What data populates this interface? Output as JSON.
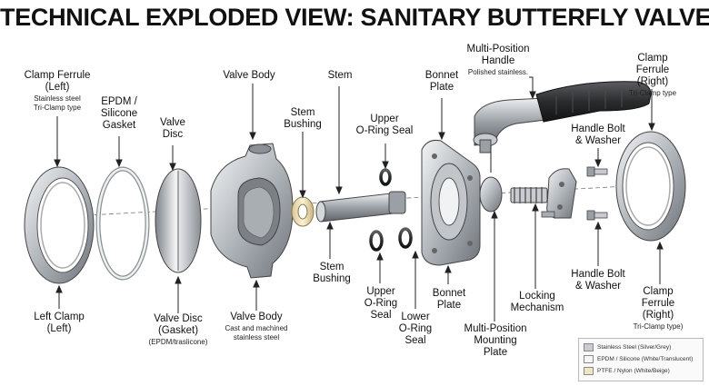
{
  "title": "TECHNICAL EXPLODED VIEW: SANITARY BUTTERFLY VALVE",
  "labels": {
    "clamp_left_top": {
      "main": "Clamp Ferrule\n(Left)",
      "sub": "Stainless steel\nTri-Clamp type"
    },
    "epdm_gasket": {
      "main": "EPDM /\nSilicone\nGasket"
    },
    "valve_disc_top": {
      "main": "Valve\nDisc"
    },
    "valve_body_top": {
      "main": "Valve Body"
    },
    "stem_top": {
      "main": "Stem"
    },
    "stem_bushing_top": {
      "main": "Stem\nBushing"
    },
    "upper_oring_top": {
      "main": "Upper\nO-Ring Seal"
    },
    "bonnet_plate_top": {
      "main": "Bonnet\nPlate"
    },
    "handle": {
      "main": "Multi-Position\nHandle",
      "sub": "Polished stainless."
    },
    "clamp_right_top": {
      "main": "Clamp Ferrule\n(Right)",
      "sub": "Tri-Clamp type"
    },
    "handle_bolt_top": {
      "main": "Handle Bolt\n& Washer"
    },
    "left_clamp_bottom": {
      "main": "Left Clamp\n(Left)"
    },
    "valve_disc_bottom": {
      "main": "Valve Disc\n(Gasket)",
      "sub": "(EPDM/traslicone)"
    },
    "valve_body_bottom": {
      "main": "Valve Body",
      "sub": "Cast and machined\nstainless steel"
    },
    "stem_bushing_bottom": {
      "main": "Stem\nBushing"
    },
    "upper_oring_bottom": {
      "main": "Upper\nO-Ring\nSeal"
    },
    "lower_oring": {
      "main": "Lower\nO-Ring\nSeal"
    },
    "bonnet_plate_bottom": {
      "main": "Bonnet\nPlate"
    },
    "mounting_plate": {
      "main": "Multi-Position\nMounting\nPlate"
    },
    "locking_mechanism": {
      "main": "Locking\nMechanism"
    },
    "handle_bolt_bottom": {
      "main": "Handle Bolt\n& Washer"
    },
    "clamp_right_bottom": {
      "main": "Clamp Ferrule\n(Right)",
      "sub": "Tri-Clamp type)"
    }
  },
  "legend": [
    {
      "text": "Stainless Steel (Silver/Grey)",
      "color": "#c9cdd1"
    },
    {
      "text": "EPDM / Silicone (White/Translucent)",
      "color": "#f4f6f6"
    },
    {
      "text": "PTFE / Nylon (White/Beige)",
      "color": "#f1e6c2"
    }
  ]
}
